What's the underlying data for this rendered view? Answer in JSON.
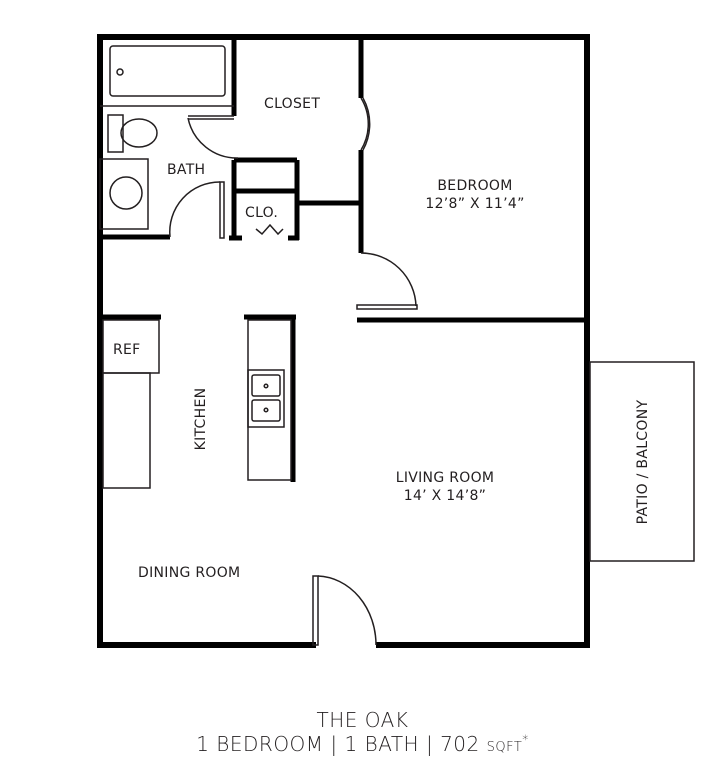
{
  "plan": {
    "rooms": {
      "closet": {
        "label": "CLOSET"
      },
      "bath": {
        "label": "BATH"
      },
      "clo": {
        "label": "CLO."
      },
      "bedroom": {
        "label": "BEDROOM",
        "dimensions": "12’8” X 11’4”"
      },
      "ref": {
        "label": "REF"
      },
      "kitchen": {
        "label": "KITCHEN"
      },
      "living_room": {
        "label": "LIVING ROOM",
        "dimensions": "14’ X 14’8”"
      },
      "dining_room": {
        "label": "DINING ROOM"
      },
      "patio": {
        "label": "PATIO / BALCONY"
      }
    },
    "colors": {
      "wall": "#000000",
      "line": "#231f20",
      "background": "#ffffff"
    }
  },
  "footer": {
    "name": "THE OAK",
    "bedrooms": "1 BEDROOM",
    "baths": "1 BATH",
    "size": "702",
    "unit": "SQFT",
    "asterisk": "*",
    "separator": "|"
  }
}
